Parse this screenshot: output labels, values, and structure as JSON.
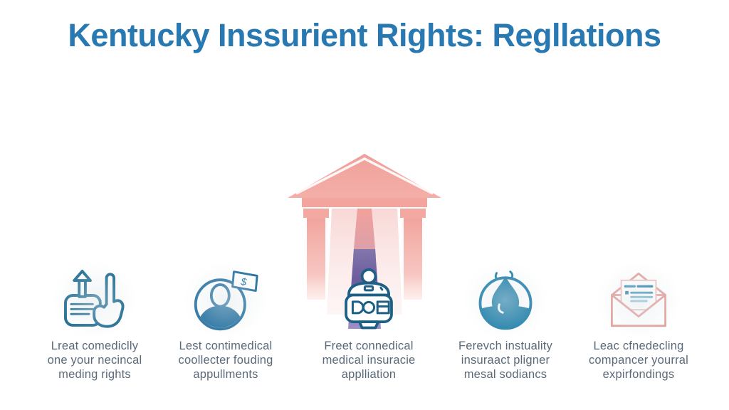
{
  "title": {
    "text": "Kentucky Inssurient Rights: Regllations"
  },
  "colors": {
    "title_blue": "#2879B2",
    "caption_gray": "#5A6A79",
    "icon_blue": "#1E6B92",
    "building_salmon": "#F2A29B",
    "building_light_pink": "#F8D8D6",
    "building_purple": "#6C5C9C",
    "envelope_pink": "#E2A19D"
  },
  "building": {
    "description": "classical-columned-building-with-purple-carpet"
  },
  "items": [
    {
      "icon": "document-arrow-hand-icon",
      "lines": [
        "Lreat comediclly",
        "one your necincal",
        "meding rights"
      ]
    },
    {
      "icon": "person-money-flag-icon",
      "lines": [
        "Lest contimedical",
        "coollecter fouding",
        "appullments"
      ]
    },
    {
      "icon": "medical-device-pot-icon",
      "lines": [
        "Freet connedical",
        "medical insuracie",
        "applliation"
      ]
    },
    {
      "icon": "water-drop-circle-icon",
      "lines": [
        "Ferevch instuality",
        "insuraact pligner",
        "mesal sodiancs"
      ]
    },
    {
      "icon": "open-envelope-letter-icon",
      "lines": [
        "Leac cfnedecling",
        "compancer yourral",
        "expirfondings"
      ]
    }
  ]
}
